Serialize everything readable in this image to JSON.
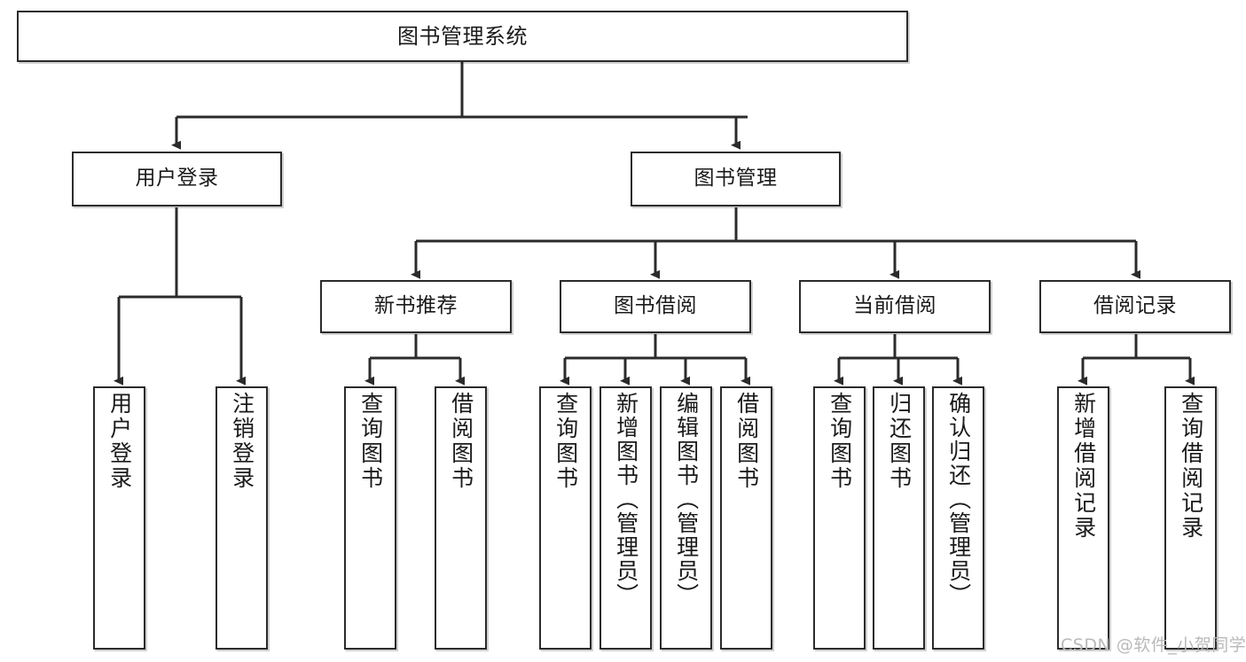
{
  "diagram": {
    "type": "tree-hierarchy",
    "title": "图书管理系统",
    "orientation": "top-down",
    "colors": {
      "box_border": "#2b2b2b",
      "box_fill": "#ffffff",
      "connector": "#2b2b2b",
      "text": "#1a1a1a",
      "watermark": "#b9b9b9"
    },
    "levels": {
      "level1": [
        "图书管理系统"
      ],
      "level2": [
        "用户登录",
        "图书管理"
      ],
      "level3": [
        "新书推荐",
        "图书借阅",
        "当前借阅",
        "借阅记录"
      ],
      "level4": [
        "用户登录",
        "注销登录",
        "查询图书",
        "借阅图书",
        "查询图书",
        "新增图书（管理员）",
        "编辑图书（管理员）",
        "借阅图书",
        "查询图书",
        "归还图书",
        "确认归还（管理员）",
        "新增借阅记录",
        "查询借阅记录"
      ]
    },
    "nodes": {
      "root": {
        "label": "图书管理系统"
      },
      "user_login": {
        "label": "用户登录"
      },
      "book_manage": {
        "label": "图书管理"
      },
      "new_book_rec": {
        "label": "新书推荐"
      },
      "book_borrow": {
        "label": "图书借阅"
      },
      "current_borrow": {
        "label": "当前借阅"
      },
      "borrow_record": {
        "label": "借阅记录"
      },
      "leaf_user_login": {
        "label": "用户登录"
      },
      "leaf_logout": {
        "label": "注销登录"
      },
      "leaf_query_book_1": {
        "label": "查询图书"
      },
      "leaf_borrow_book_1": {
        "label": "借阅图书"
      },
      "leaf_query_book_2": {
        "label": "查询图书"
      },
      "leaf_add_book": {
        "label": "新增图书（管理员）"
      },
      "leaf_edit_book": {
        "label": "编辑图书（管理员）"
      },
      "leaf_borrow_book_2": {
        "label": "借阅图书"
      },
      "leaf_query_book_3": {
        "label": "查询图书"
      },
      "leaf_return_book": {
        "label": "归还图书"
      },
      "leaf_confirm_return": {
        "label": "确认归还（管理员）"
      },
      "leaf_add_record": {
        "label": "新增借阅记录"
      },
      "leaf_query_record": {
        "label": "查询借阅记录"
      }
    }
  },
  "watermark": {
    "text": "CSDN @软件_小贺同学"
  }
}
